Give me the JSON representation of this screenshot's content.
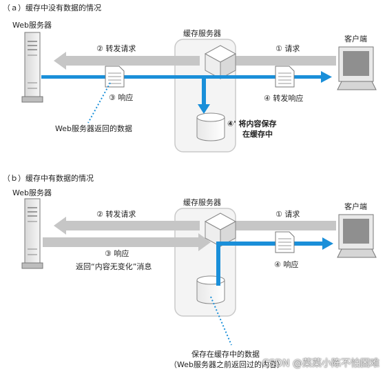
{
  "colors": {
    "flow": "#1a8fd9",
    "gray_arrow": "#c6c6c6",
    "cache_box": "#f4f4f4",
    "cache_border": "#c9c9c9",
    "dotted": "#1a8fd9"
  },
  "section_a": {
    "title": "（ａ）缓存中没有数据的情况",
    "server_label": "Web服务器",
    "cache_label": "缓存服务器",
    "client_label": "客户端",
    "step1": "① 请求",
    "step2": "② 转发请求",
    "step3": "③ 响应",
    "step4": "④ 转发响应",
    "step4p_line1": "④' 将内容保存",
    "step4p_line2": "在缓存中",
    "note": "Web服务器返回的数据"
  },
  "section_b": {
    "title": "（ｂ）缓存中有数据的情况",
    "server_label": "Web服务器",
    "cache_label": "缓存服务器",
    "client_label": "客户端",
    "step1": "① 请求",
    "step2": "② 转发请求",
    "step3": "③ 响应",
    "step4": "④ 响应",
    "note": "返回“内容无变化”消息",
    "cache_note_line1": "保存在缓存中的数据",
    "cache_note_line2": "（Web服务器之前返回过的内容）"
  },
  "watermark": "CSDN @菜菜小陈不怕困难"
}
